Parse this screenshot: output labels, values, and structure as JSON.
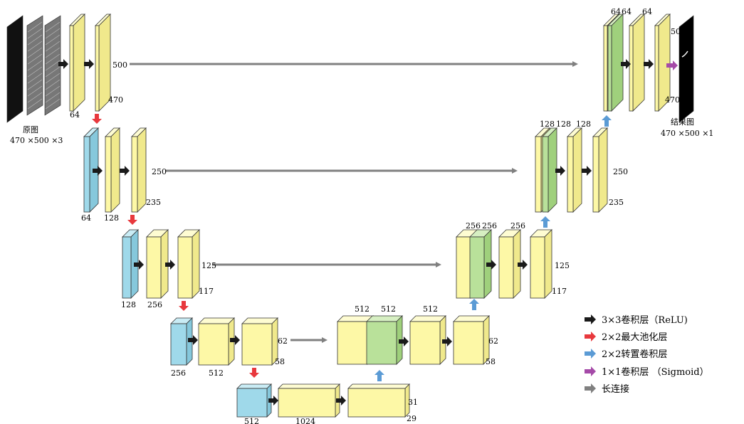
{
  "colors": {
    "yellow": "#fdf8a6",
    "yellow_top": "#fefcd2",
    "yellow_side": "#f0e98c",
    "blue": "#9fd9ea",
    "blue_top": "#c9ecf5",
    "blue_side": "#86c8dc",
    "green": "#b9e19a",
    "green_top": "#d6efc2",
    "green_side": "#9fd07c",
    "conv_arrow": "#1a1a1a",
    "pool_arrow": "#e8383d",
    "upconv_arrow": "#5b9bd5",
    "sigmoid_arrow": "#a54aa8",
    "skip_arrow": "#808080"
  },
  "input": {
    "caption": "原图",
    "size": "470 ×500 ×3"
  },
  "output": {
    "caption": "结果图",
    "size": "470 ×500 ×1"
  },
  "labels": {
    "l1_ch": "64",
    "l1_w": "500",
    "l1_h": "470",
    "l2_ch_a": "64",
    "l2_ch_b": "128",
    "l2_w": "250",
    "l2_h": "235",
    "l3_ch_a": "128",
    "l3_ch_b": "256",
    "l3_w": "125",
    "l3_h": "117",
    "l4_ch_a": "256",
    "l4_ch_b": "512",
    "l4_w": "62",
    "l4_h": "58",
    "l5_ch_a": "512",
    "l5_ch_b": "1024",
    "l5_w": "31",
    "l5_h": "29",
    "r4_top_a": "512",
    "r4_top_b": "512",
    "r4_top_c": "512",
    "r4_w": "62",
    "r4_h": "58",
    "r3_top_a": "256",
    "r3_top_b": "256",
    "r3_top_c": "256",
    "r3_w": "125",
    "r3_h": "117",
    "r2_top_a": "128",
    "r2_top_b": "128",
    "r2_top_c": "128",
    "r2_w": "250",
    "r2_h": "235",
    "r1_top_a": "64",
    "r1_top_b": "64",
    "r1_top_c": "64",
    "r1_w": "500",
    "r1_h": "470"
  },
  "legend": [
    {
      "color_key": "conv_arrow",
      "text": "3×3卷积层（ReLU)"
    },
    {
      "color_key": "pool_arrow",
      "text": "2×2最大池化层"
    },
    {
      "color_key": "upconv_arrow",
      "text": "2×2转置卷积层"
    },
    {
      "color_key": "sigmoid_arrow",
      "text": "1×1卷积层 （Sigmoid）"
    },
    {
      "color_key": "skip_arrow",
      "text": "长连接"
    }
  ]
}
